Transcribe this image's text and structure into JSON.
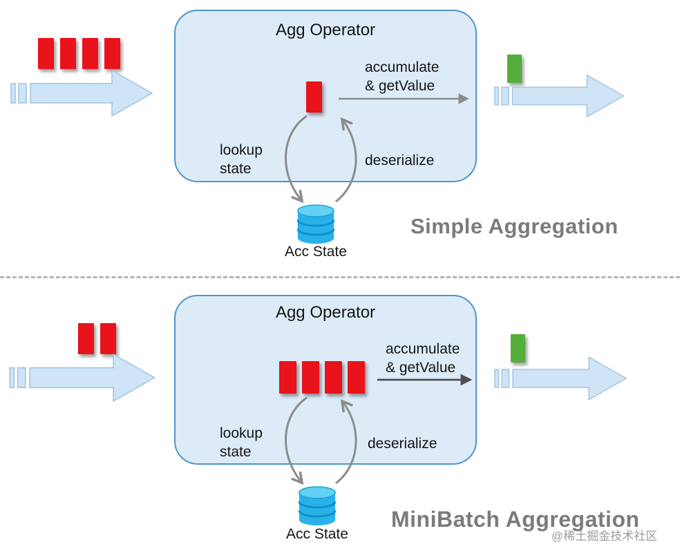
{
  "panels": [
    {
      "name": "simple-aggregation",
      "operator_title": "Agg Operator",
      "accumulate_label": [
        "accumulate",
        "& getValue"
      ],
      "lookup_label": [
        "lookup",
        "state"
      ],
      "deserialize_label": "deserialize",
      "state_label": "Acc State",
      "caption": "Simple Aggregation",
      "input_record_count": 4,
      "operator_record_count": 1,
      "output_record_count": 1
    },
    {
      "name": "minibatch-aggregation",
      "operator_title": "Agg Operator",
      "accumulate_label": [
        "accumulate",
        "& getValue"
      ],
      "lookup_label": [
        "lookup",
        "state"
      ],
      "deserialize_label": "deserialize",
      "state_label": "Acc State",
      "caption": "MiniBatch Aggregation",
      "input_record_count": 2,
      "operator_record_count": 4,
      "output_record_count": 1
    }
  ],
  "watermark": "@稀土掘金技术社区",
  "colors": {
    "record_red": "#e9131b",
    "record_green": "#55ad3b",
    "operator_fill": "#dcebf7",
    "operator_border": "#4e94ca",
    "stream_arrow_fill": "#cfe4f6",
    "stream_arrow_border": "#9dc3e2",
    "state_cylinder": "#2ab4ec",
    "caption_gray": "#7b7b7b",
    "flow_arrow_gray": "#8c8c8c"
  }
}
